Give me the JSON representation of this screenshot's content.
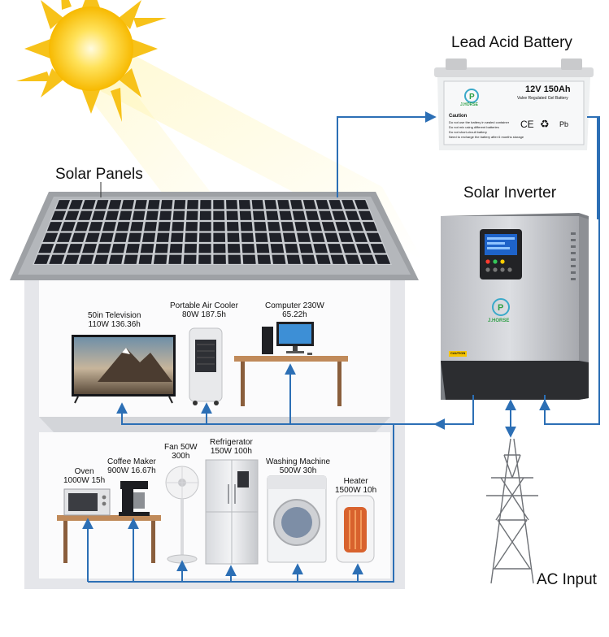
{
  "labels": {
    "solar_panels": "Solar Panels",
    "battery": "Lead Acid Battery",
    "inverter": "Solar Inverter",
    "ac_input": "AC Input"
  },
  "battery_face": {
    "spec": "12V 150Ah",
    "brand": "J.HORSE",
    "subtitle": "Valve Regulated Gel Battery",
    "caution_title": "Caution",
    "caution_lines": [
      "Do not use the battery in sealed container",
      "Do not mix using different batteries",
      "Do not short-circuit battery",
      "Need to recharge the battery after 6 months storage"
    ],
    "marks": [
      "CE",
      "♻",
      "Pb"
    ]
  },
  "inverter_face": {
    "brand": "J.HORSE",
    "warning": "CAUTION"
  },
  "appliances": {
    "tv": {
      "name": "50in Television",
      "spec": "110W 136.36h"
    },
    "cooler": {
      "name": "Portable Air Cooler",
      "spec": "80W 187.5h"
    },
    "computer": {
      "name": "Computer 230W",
      "spec": "65.22h"
    },
    "oven": {
      "name": "Oven",
      "spec": "1000W 15h"
    },
    "coffee": {
      "name": "Coffee Maker",
      "spec": "900W 16.67h"
    },
    "fan": {
      "name": "Fan 50W",
      "spec": "300h"
    },
    "fridge": {
      "name": "Refrigerator",
      "spec": "150W 100h"
    },
    "washer": {
      "name": "Washing Machine",
      "spec": "500W 30h"
    },
    "heater": {
      "name": "Heater",
      "spec": "1500W 10h"
    }
  },
  "colors": {
    "wire": "#2c6fb5",
    "sun": "#f7c21a",
    "house": "#e5e6ea",
    "roof": "#9ea1a5",
    "panel": "#1f2128"
  }
}
